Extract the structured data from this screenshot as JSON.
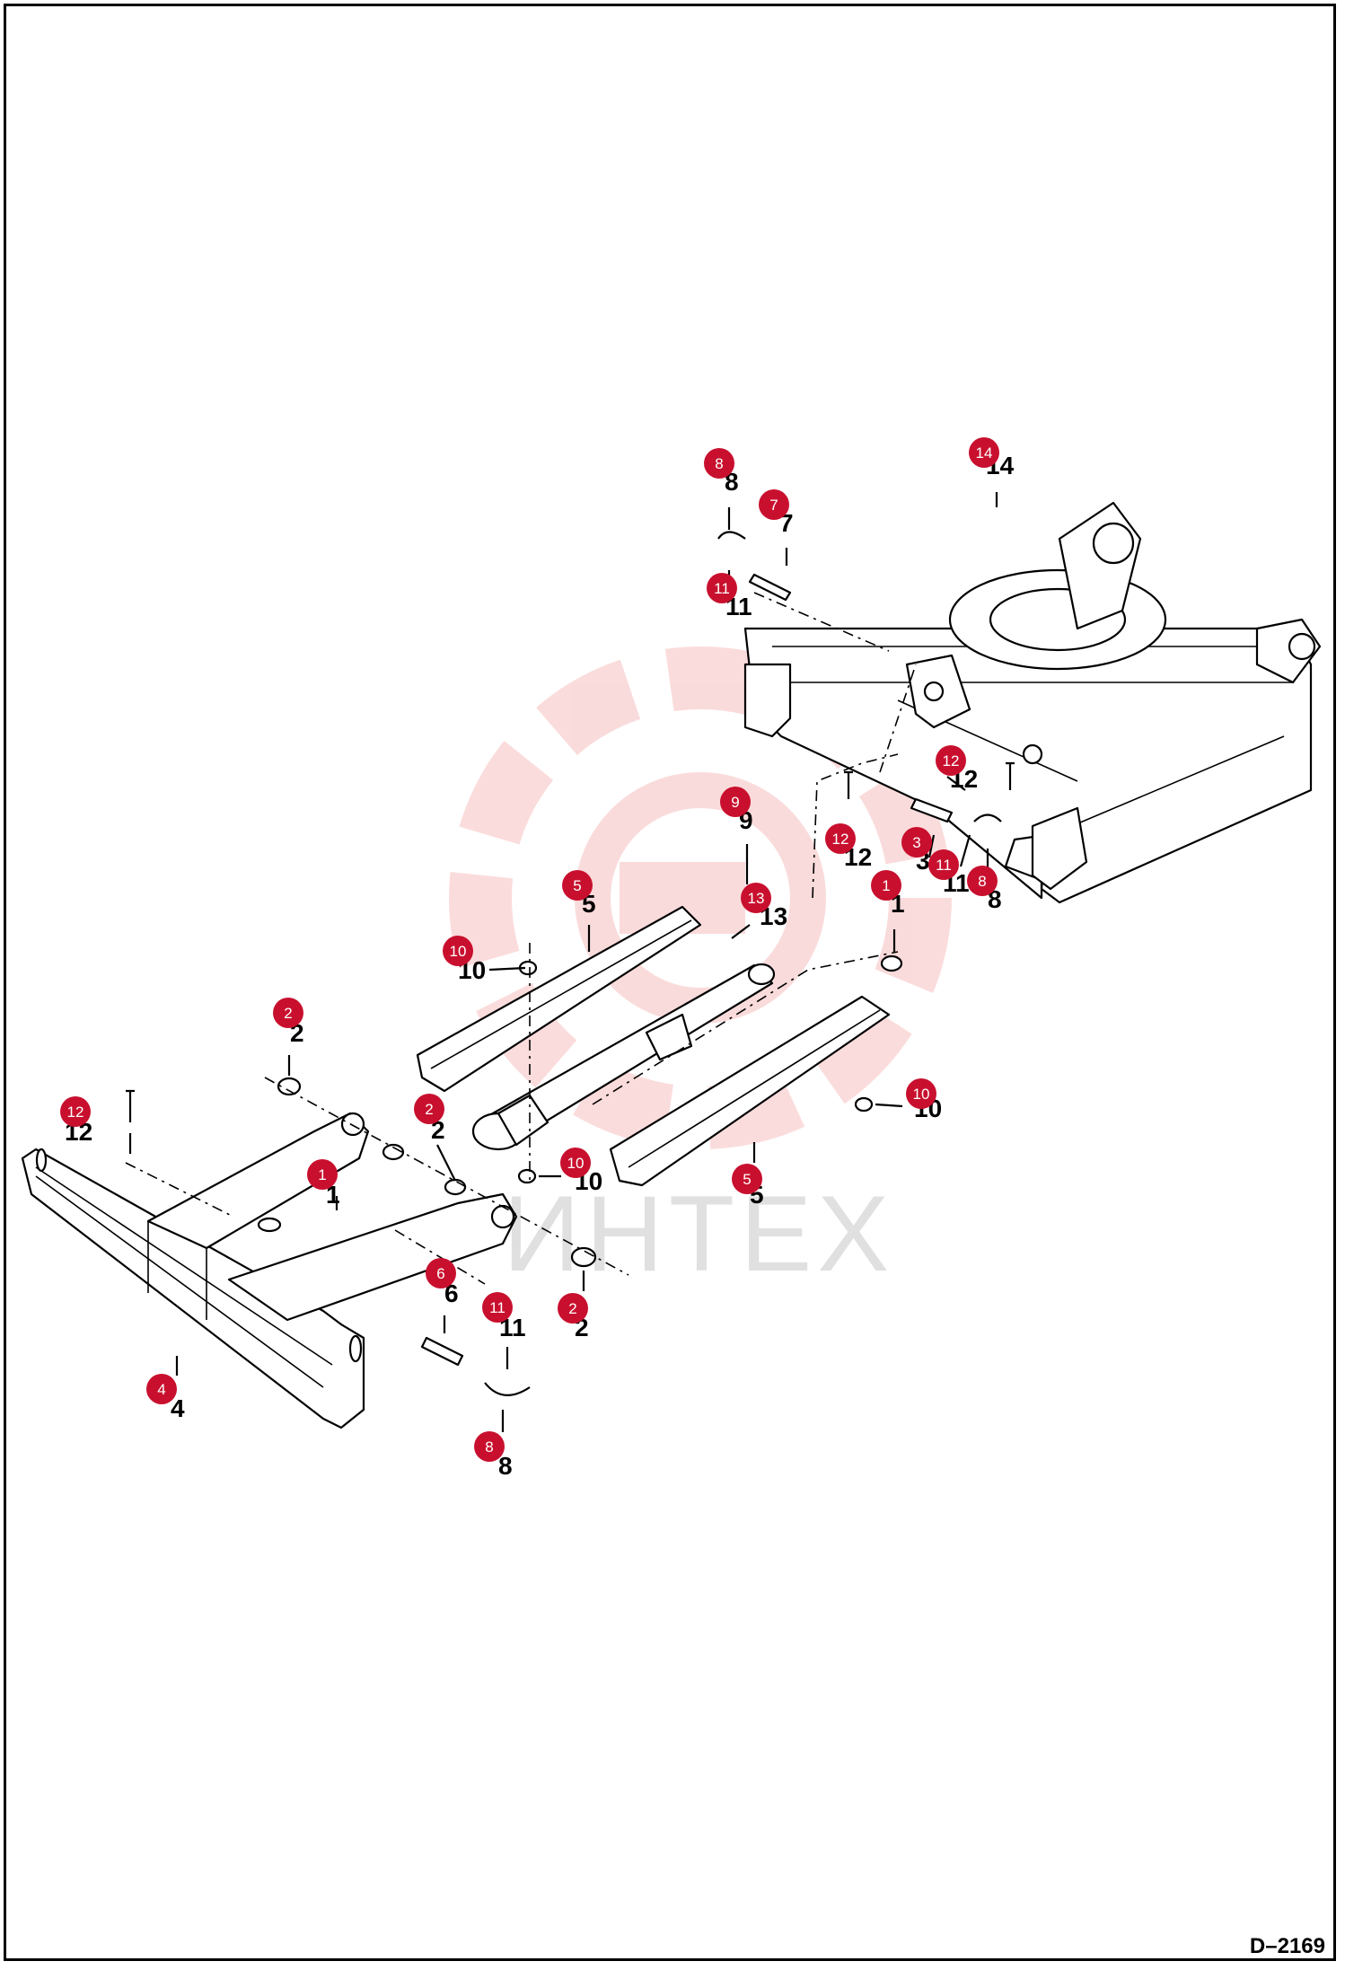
{
  "drawing_code": "D–2169",
  "watermark": {
    "text": "ИНТЕХ",
    "color": "#f08080"
  },
  "badge_color": "#c8102e",
  "callouts": [
    {
      "num": "14",
      "plain": "14"
    },
    {
      "num": "8",
      "plain": "8"
    },
    {
      "num": "7",
      "plain": "7"
    },
    {
      "num": "11",
      "plain": "11"
    },
    {
      "num": "12",
      "plain": "12"
    },
    {
      "num": "12",
      "plain": "12"
    },
    {
      "num": "9",
      "plain": "9"
    },
    {
      "num": "3",
      "plain": "3"
    },
    {
      "num": "11",
      "plain": "11"
    },
    {
      "num": "8",
      "plain": "8"
    },
    {
      "num": "5",
      "plain": "5"
    },
    {
      "num": "13",
      "plain": "13"
    },
    {
      "num": "1",
      "plain": "1"
    },
    {
      "num": "10",
      "plain": "10"
    },
    {
      "num": "2",
      "plain": "2"
    },
    {
      "num": "10",
      "plain": "10"
    },
    {
      "num": "12",
      "plain": "12"
    },
    {
      "num": "2",
      "plain": "2"
    },
    {
      "num": "1",
      "plain": "1"
    },
    {
      "num": "10",
      "plain": "10"
    },
    {
      "num": "5",
      "plain": "5"
    },
    {
      "num": "6",
      "plain": "6"
    },
    {
      "num": "11",
      "plain": "11"
    },
    {
      "num": "2",
      "plain": "2"
    },
    {
      "num": "4",
      "plain": "4"
    },
    {
      "num": "8",
      "plain": "8"
    }
  ]
}
